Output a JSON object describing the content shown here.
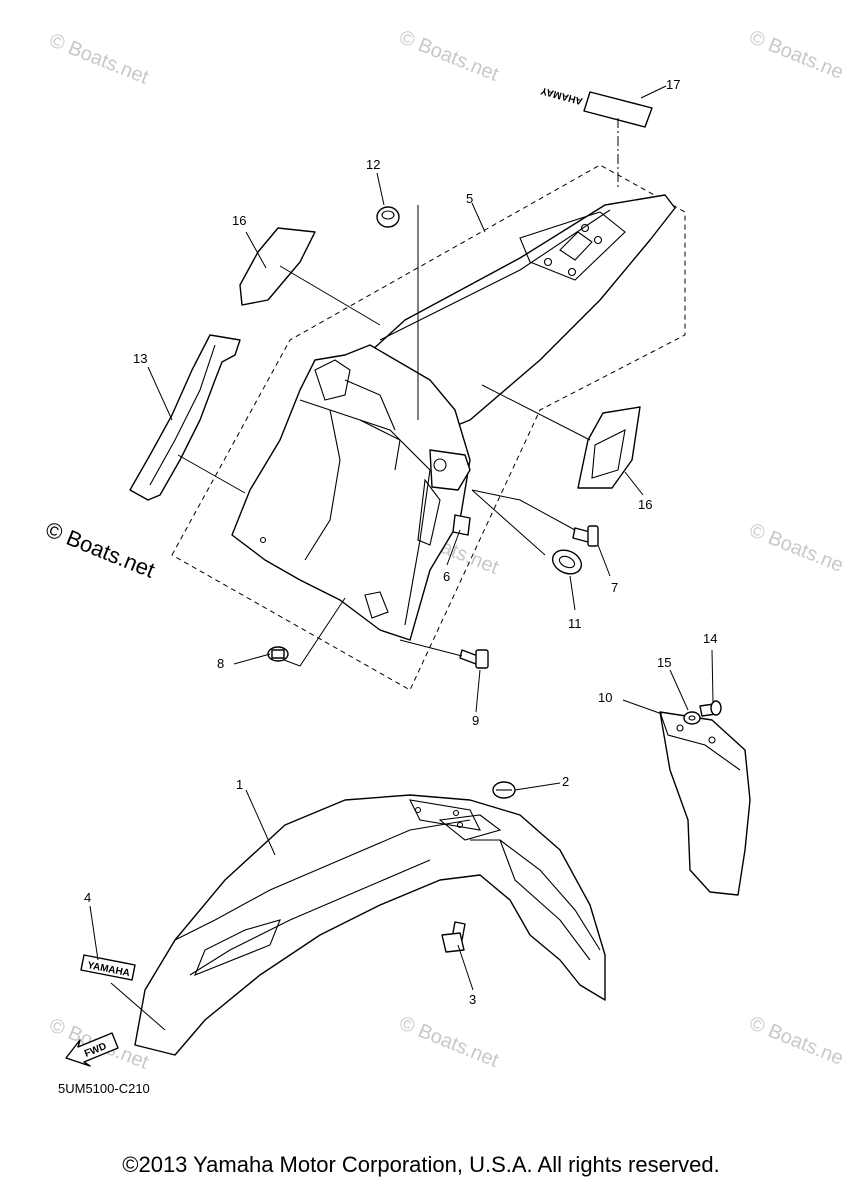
{
  "watermark": "© Boats.net",
  "diagram_code": "5UM5100-C210",
  "copyright": "©2013 Yamaha Motor Corporation, U.S.A. All rights reserved.",
  "decal_text": "YAMAHA",
  "fwd_label": "FWD",
  "callouts": {
    "p1": "1",
    "p2": "2",
    "p3": "3",
    "p4": "4",
    "p5": "5",
    "p6": "6",
    "p7": "7",
    "p8": "8",
    "p9": "9",
    "p10": "10",
    "p11": "11",
    "p12": "12",
    "p13": "13",
    "p14": "14",
    "p15": "15",
    "p16a": "16",
    "p16b": "16",
    "p17": "17"
  }
}
